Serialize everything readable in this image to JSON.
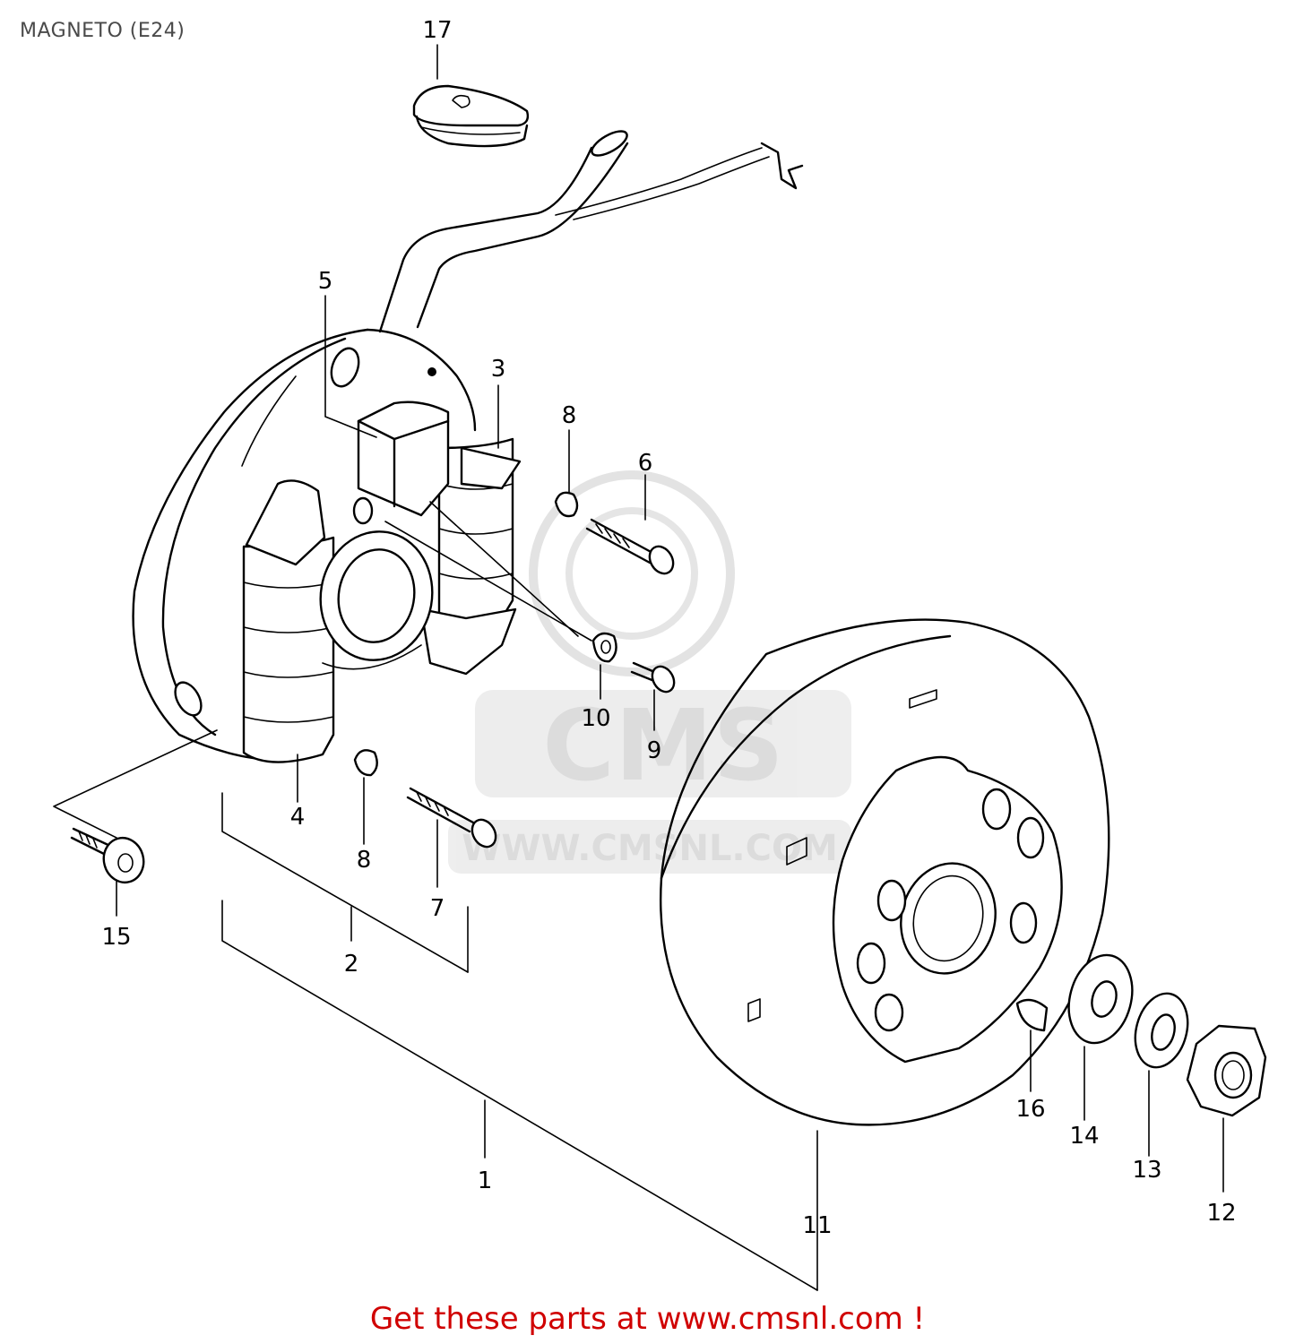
{
  "page": {
    "title": "MAGNETO (E24)",
    "footer": {
      "prefix": "Get these parts at ",
      "link": "www.cmsnl.com",
      "suffix": " !"
    }
  },
  "watermark": {
    "logo_text": "CMS",
    "url_text": "WWW.CMSNL.COM"
  },
  "callouts": {
    "c17": "17",
    "c5": "5",
    "c3": "3",
    "c8a": "8",
    "c6": "6",
    "c10": "10",
    "c9": "9",
    "c4": "4",
    "c8b": "8",
    "c7": "7",
    "c15": "15",
    "c2": "2",
    "c1": "1",
    "c11": "11",
    "c16": "16",
    "c14": "14",
    "c13": "13",
    "c12": "12"
  }
}
